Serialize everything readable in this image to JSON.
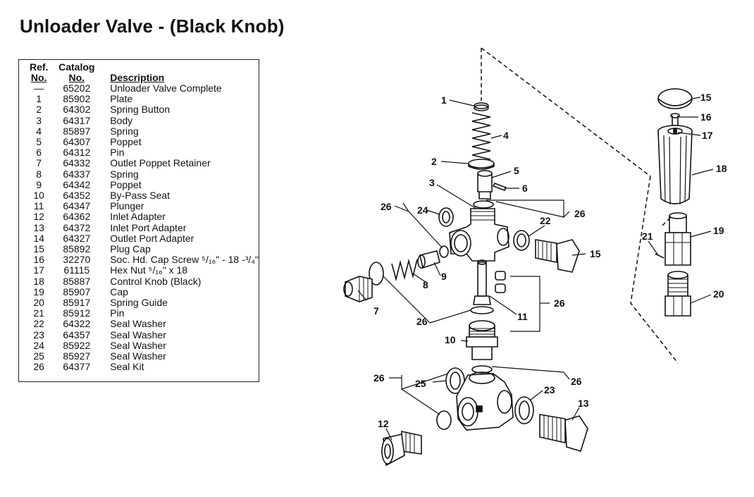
{
  "title": "Unloader Valve - (Black Knob)",
  "table": {
    "headers": {
      "ref_line1": "Ref.",
      "ref_line2": "No.",
      "cat_line1": "Catalog",
      "cat_line2": "No.",
      "desc": "Description"
    },
    "rows": [
      {
        "ref": "—",
        "cat": "65202",
        "desc": "Unloader Valve Complete"
      },
      {
        "ref": "1",
        "cat": "85902",
        "desc": "Plate"
      },
      {
        "ref": "2",
        "cat": "64302",
        "desc": "Spring Button"
      },
      {
        "ref": "3",
        "cat": "64317",
        "desc": "Body"
      },
      {
        "ref": "4",
        "cat": "85897",
        "desc": "Spring"
      },
      {
        "ref": "5",
        "cat": "64307",
        "desc": "Poppet"
      },
      {
        "ref": "6",
        "cat": "64312",
        "desc": "Pin"
      },
      {
        "ref": "7",
        "cat": "64332",
        "desc": "Outlet Poppet Retainer"
      },
      {
        "ref": "8",
        "cat": "64337",
        "desc": "Spring"
      },
      {
        "ref": "9",
        "cat": "64342",
        "desc": "Poppet"
      },
      {
        "ref": "10",
        "cat": "64352",
        "desc": "By-Pass Seat"
      },
      {
        "ref": "11",
        "cat": "64347",
        "desc": "Plunger"
      },
      {
        "ref": "12",
        "cat": "64362",
        "desc": "Inlet Adapter"
      },
      {
        "ref": "13",
        "cat": "64372",
        "desc": "Inlet Port Adapter"
      },
      {
        "ref": "14",
        "cat": "64327",
        "desc": "Outlet Port Adapter"
      },
      {
        "ref": "15",
        "cat": "85892",
        "desc": "Plug Cap"
      },
      {
        "ref": "16",
        "cat": "32270",
        "desc": "Soc. Hd. Cap Screw ⁵/₁₆\" - 18 -³/₄\""
      },
      {
        "ref": "17",
        "cat": "61115",
        "desc": "Hex Nut ⁵/₁₆\" x 18"
      },
      {
        "ref": "18",
        "cat": "85887",
        "desc": "Control Knob (Black)"
      },
      {
        "ref": "19",
        "cat": "85907",
        "desc": "Cap"
      },
      {
        "ref": "20",
        "cat": "85917",
        "desc": "Spring Guide"
      },
      {
        "ref": "21",
        "cat": "85912",
        "desc": "Pin"
      },
      {
        "ref": "22",
        "cat": "64322",
        "desc": "Seal Washer"
      },
      {
        "ref": "23",
        "cat": "64357",
        "desc": "Seal Washer"
      },
      {
        "ref": "24",
        "cat": "85922",
        "desc": "Seal Washer"
      },
      {
        "ref": "25",
        "cat": "85927",
        "desc": "Seal Washer"
      },
      {
        "ref": "26",
        "cat": "64377",
        "desc": "Seal Kit"
      }
    ]
  },
  "callouts": {
    "c1": "1",
    "c2": "2",
    "c3": "3",
    "c4": "4",
    "c5": "5",
    "c6": "6",
    "c7": "7",
    "c8": "8",
    "c9": "9",
    "c10": "10",
    "c11": "11",
    "c12": "12",
    "c13": "13",
    "c15a": "15",
    "c15b": "15",
    "c16": "16",
    "c17": "17",
    "c18": "18",
    "c19": "19",
    "c20": "20",
    "c21": "21",
    "c22": "22",
    "c23": "23",
    "c24": "24",
    "c25": "25",
    "c26a": "26",
    "c26b": "26",
    "c26c": "26",
    "c26d": "26",
    "c26e": "26",
    "c26f": "26"
  }
}
